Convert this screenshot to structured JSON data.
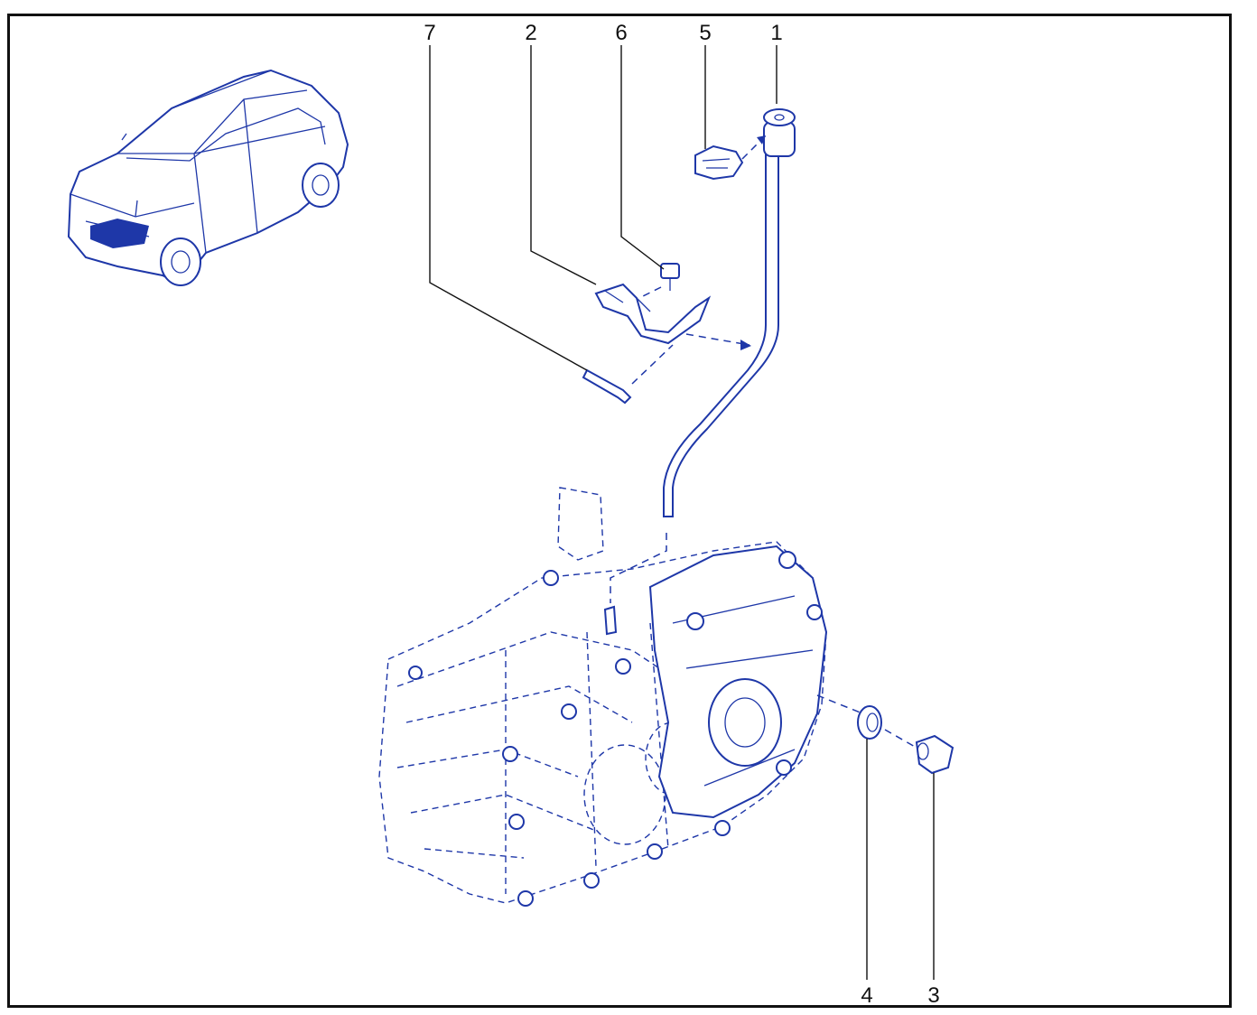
{
  "callouts": [
    {
      "id": "7",
      "label": "7"
    },
    {
      "id": "2",
      "label": "2"
    },
    {
      "id": "6",
      "label": "6"
    },
    {
      "id": "5",
      "label": "5"
    },
    {
      "id": "1",
      "label": "1"
    },
    {
      "id": "4",
      "label": "4"
    },
    {
      "id": "3",
      "label": "3"
    }
  ],
  "colors": {
    "line_art": "#1e37a8",
    "leader": "#111111",
    "frame": "#111111"
  }
}
